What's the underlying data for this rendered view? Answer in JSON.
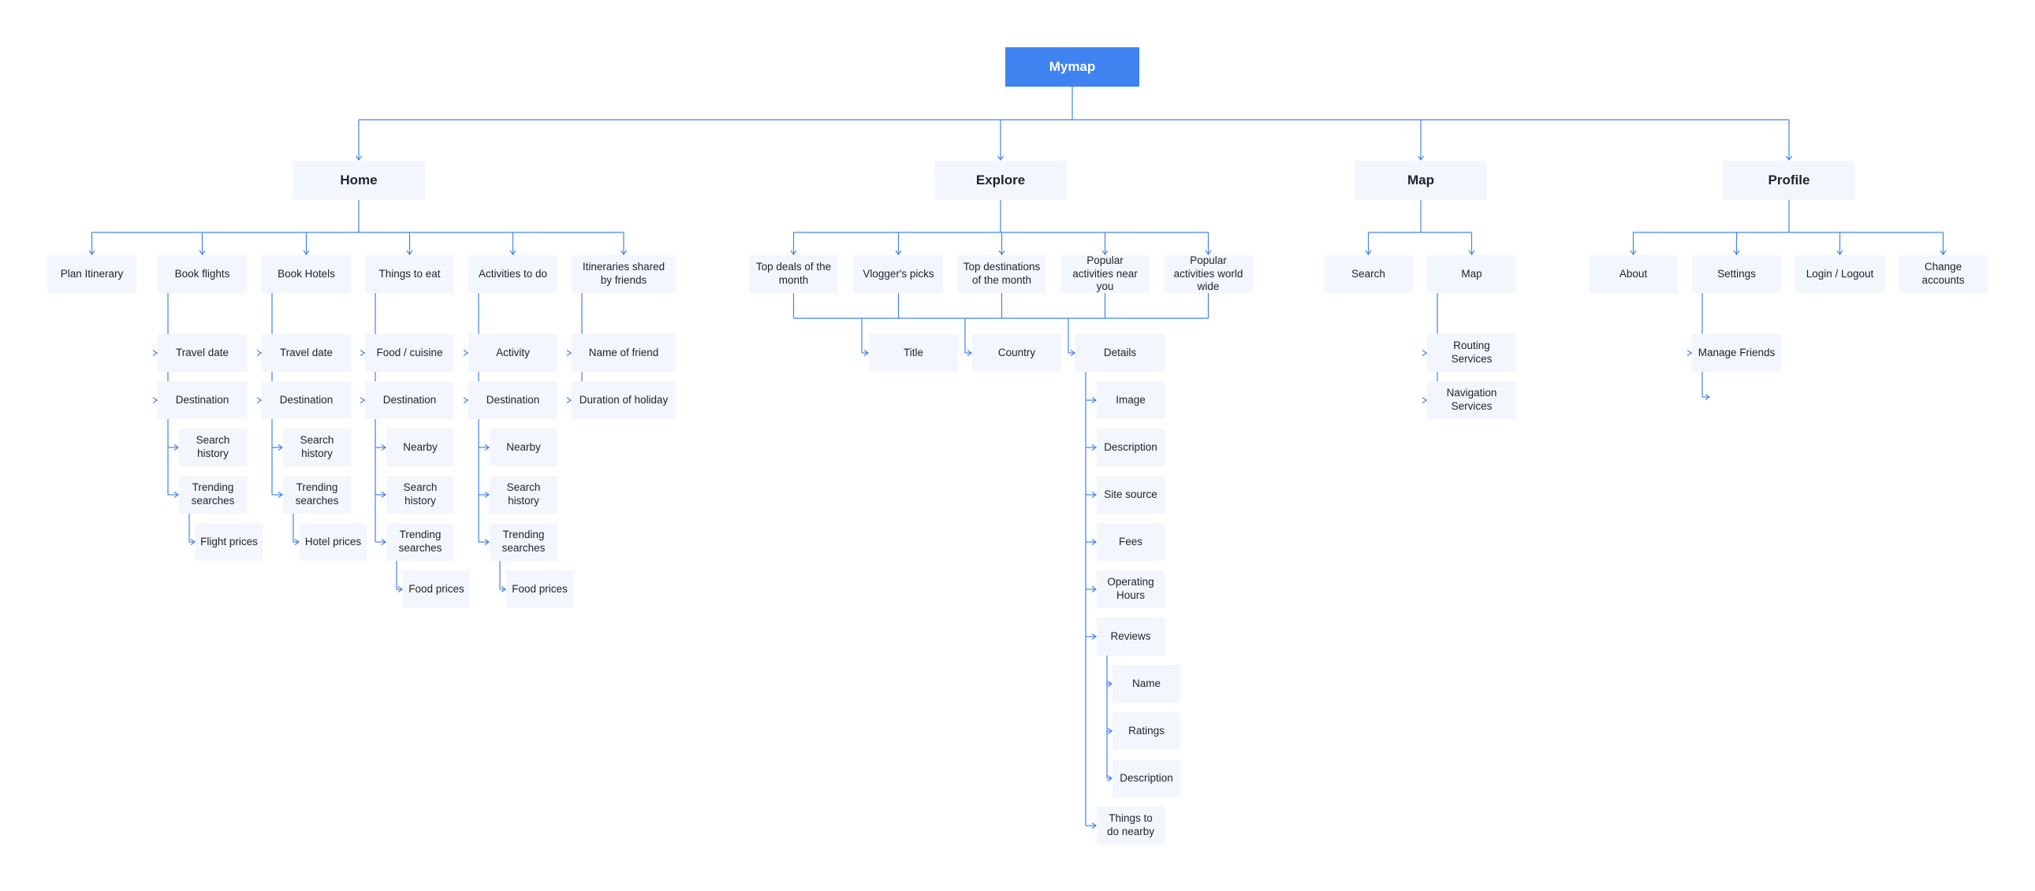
{
  "root": {
    "label": "Mymap"
  },
  "sections": [
    {
      "id": "home",
      "label": "Home",
      "children": [
        {
          "id": "plan",
          "label": "Plan Itinerary"
        },
        {
          "id": "flights",
          "label": "Book flights",
          "children": [
            {
              "id": "fl-travel",
              "label": "Travel date"
            },
            {
              "id": "fl-dest",
              "label": "Destination",
              "children": [
                {
                  "id": "fl-search",
                  "label": "Search history"
                },
                {
                  "id": "fl-trend",
                  "label": "Trending searches",
                  "children": [
                    {
                      "id": "fl-prices",
                      "label": "Flight prices"
                    }
                  ]
                }
              ]
            }
          ]
        },
        {
          "id": "hotels",
          "label": "Book Hotels",
          "children": [
            {
              "id": "ho-travel",
              "label": "Travel date"
            },
            {
              "id": "ho-dest",
              "label": "Destination",
              "children": [
                {
                  "id": "ho-search",
                  "label": "Search history"
                },
                {
                  "id": "ho-trend",
                  "label": "Trending searches",
                  "children": [
                    {
                      "id": "ho-prices",
                      "label": "Hotel prices"
                    }
                  ]
                }
              ]
            }
          ]
        },
        {
          "id": "eat",
          "label": "Things to eat",
          "children": [
            {
              "id": "ea-food",
              "label": "Food / cuisine"
            },
            {
              "id": "ea-dest",
              "label": "Destination",
              "children": [
                {
                  "id": "ea-near",
                  "label": "Nearby"
                },
                {
                  "id": "ea-search",
                  "label": "Search history"
                },
                {
                  "id": "ea-trend",
                  "label": "Trending searches",
                  "children": [
                    {
                      "id": "ea-prices",
                      "label": "Food prices"
                    }
                  ]
                }
              ]
            }
          ]
        },
        {
          "id": "act",
          "label": "Activities to do",
          "children": [
            {
              "id": "ac-activity",
              "label": "Activity"
            },
            {
              "id": "ac-dest",
              "label": "Destination",
              "children": [
                {
                  "id": "ac-near",
                  "label": "Nearby"
                },
                {
                  "id": "ac-search",
                  "label": "Search history"
                },
                {
                  "id": "ac-trend",
                  "label": "Trending searches",
                  "children": [
                    {
                      "id": "ac-prices",
                      "label": "Food prices"
                    }
                  ]
                }
              ]
            }
          ]
        },
        {
          "id": "itin",
          "label": "Itineraries shared by friends",
          "children": [
            {
              "id": "it-name",
              "label": "Name of friend"
            },
            {
              "id": "it-dur",
              "label": "Duration of holiday"
            }
          ]
        }
      ]
    },
    {
      "id": "explore",
      "label": "Explore",
      "children": [
        {
          "id": "deals",
          "label": "Top deals of the month"
        },
        {
          "id": "vlog",
          "label": "Vlogger's picks"
        },
        {
          "id": "topdest",
          "label": "Top destinations of the month"
        },
        {
          "id": "popnear",
          "label": "Popular activities near you"
        },
        {
          "id": "popworld",
          "label": "Popular activities world wide"
        }
      ],
      "shared_children": [
        {
          "id": "ex-title",
          "label": "Title"
        },
        {
          "id": "ex-country",
          "label": "Country"
        },
        {
          "id": "ex-details",
          "label": "Details",
          "children": [
            {
              "id": "de-image",
              "label": "Image"
            },
            {
              "id": "de-desc",
              "label": "Description"
            },
            {
              "id": "de-site",
              "label": "Site source"
            },
            {
              "id": "de-fees",
              "label": "Fees"
            },
            {
              "id": "de-hours",
              "label": "Operating Hours"
            },
            {
              "id": "de-reviews",
              "label": "Reviews",
              "children": [
                {
                  "id": "re-name",
                  "label": "Name"
                },
                {
                  "id": "re-ratings",
                  "label": "Ratings"
                },
                {
                  "id": "re-desc",
                  "label": "Description"
                }
              ]
            },
            {
              "id": "de-things",
              "label": "Things to do nearby"
            }
          ]
        }
      ]
    },
    {
      "id": "map",
      "label": "Map",
      "children": [
        {
          "id": "mp-search",
          "label": "Search"
        },
        {
          "id": "mp-map",
          "label": "Map",
          "children": [
            {
              "id": "mp-routing",
              "label": "Routing Services"
            },
            {
              "id": "mp-nav",
              "label": "Navigation Services"
            }
          ]
        }
      ]
    },
    {
      "id": "profile",
      "label": "Profile",
      "children": [
        {
          "id": "pr-about",
          "label": "About"
        },
        {
          "id": "pr-settings",
          "label": "Settings",
          "children": [
            {
              "id": "pr-friends",
              "label": "Manage Friends"
            }
          ]
        },
        {
          "id": "pr-login",
          "label": "Login / Logout"
        },
        {
          "id": "pr-change",
          "label": "Change accounts"
        }
      ]
    }
  ],
  "colors": {
    "root_fill": "#3f83f0",
    "node_fill": "#f3f6fc",
    "connector": "#3f83f0"
  }
}
